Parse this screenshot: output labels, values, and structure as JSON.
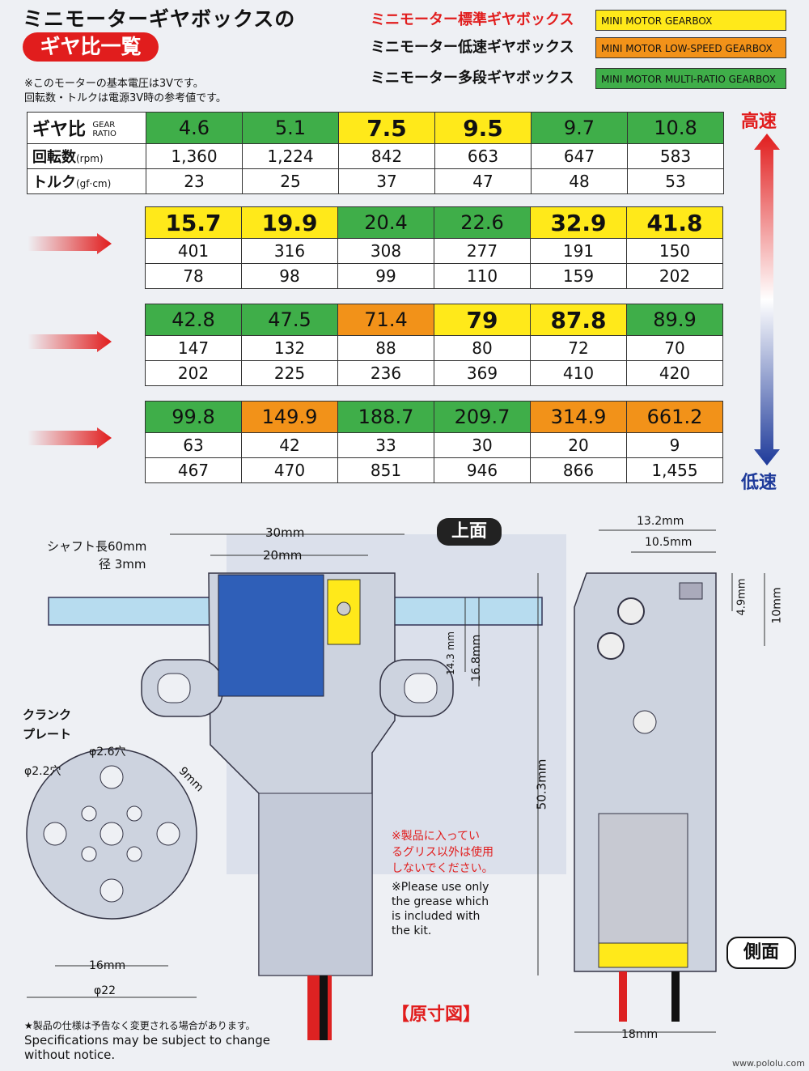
{
  "header": {
    "title_line1": "ミニモーターギヤボックスの",
    "title_line2": "ギヤ比一覧",
    "note1": "※このモーターの基本電圧は3Vです。",
    "note2": "回転数・トルクは電源3V時の参考値です。"
  },
  "legend": [
    {
      "jp": "ミニモーター標準ギヤボックス",
      "en": "MINI MOTOR GEARBOX",
      "color": "#ffe91a",
      "jp_color": "#e11d1d"
    },
    {
      "jp": "ミニモーター低速ギヤボックス",
      "en": "MINI MOTOR LOW-SPEED GEARBOX",
      "color": "#f29219",
      "jp_color": "#111111"
    },
    {
      "jp": "ミニモーター多段ギヤボックス",
      "en": "MINI MOTOR MULTI-RATIO GEARBOX",
      "color": "#3fae49",
      "jp_color": "#111111"
    }
  ],
  "table_labels": {
    "gear_ratio": "ギヤ比",
    "gear_ratio_en1": "GEAR",
    "gear_ratio_en2": "RATIO",
    "rpm": "回転数",
    "rpm_unit": "(rpm)",
    "torque": "トルク",
    "torque_unit": "(gf·cm)"
  },
  "tables": [
    {
      "ratios": [
        "4.6",
        "5.1",
        "7.5",
        "9.5",
        "9.7",
        "10.8"
      ],
      "colors": [
        "green",
        "green",
        "yellow",
        "yellow",
        "green",
        "green"
      ],
      "rpm": [
        "1,360",
        "1,224",
        "842",
        "663",
        "647",
        "583"
      ],
      "torque": [
        "23",
        "25",
        "37",
        "47",
        "48",
        "53"
      ]
    },
    {
      "ratios": [
        "15.7",
        "19.9",
        "20.4",
        "22.6",
        "32.9",
        "41.8"
      ],
      "colors": [
        "yellow",
        "yellow",
        "green",
        "green",
        "yellow",
        "yellow"
      ],
      "rpm": [
        "401",
        "316",
        "308",
        "277",
        "191",
        "150"
      ],
      "torque": [
        "78",
        "98",
        "99",
        "110",
        "159",
        "202"
      ]
    },
    {
      "ratios": [
        "42.8",
        "47.5",
        "71.4",
        "79",
        "87.8",
        "89.9"
      ],
      "colors": [
        "green",
        "green",
        "orange",
        "yellow",
        "yellow",
        "green"
      ],
      "rpm": [
        "147",
        "132",
        "88",
        "80",
        "72",
        "70"
      ],
      "torque": [
        "202",
        "225",
        "236",
        "369",
        "410",
        "420"
      ]
    },
    {
      "ratios": [
        "99.8",
        "149.9",
        "188.7",
        "209.7",
        "314.9",
        "661.2"
      ],
      "colors": [
        "green",
        "orange",
        "green",
        "green",
        "orange",
        "orange"
      ],
      "rpm": [
        "63",
        "42",
        "33",
        "30",
        "20",
        "9"
      ],
      "torque": [
        "467",
        "470",
        "851",
        "946",
        "866",
        "1,455"
      ]
    }
  ],
  "speed": {
    "high": "高速",
    "low": "低速"
  },
  "diagram": {
    "top_view": "上面",
    "side_view": "側面",
    "actual_size": "【原寸図】",
    "shaft_len": "シャフト長60mm",
    "shaft_dia": "径 3mm",
    "d30": "30mm",
    "d20": "20mm",
    "d14": "14.3 mm",
    "d16_8": "16.8mm",
    "d50": "50.3mm",
    "d13": "13.2mm",
    "d10_5": "10.5mm",
    "d4_9": "4.9mm",
    "d10": "10mm",
    "d18": "18mm",
    "crank1": "クランク",
    "crank2": "プレート",
    "hole26": "φ2.6穴",
    "hole22": "φ2.2穴",
    "d9": "9mm",
    "d16": "16mm",
    "d22": "φ22",
    "grease_jp1": "※製品に入ってい",
    "grease_jp2": "るグリス以外は使用",
    "grease_jp3": "しないでください。",
    "grease_en1": "※Please use only",
    "grease_en2": "the grease which",
    "grease_en3": "is included with",
    "grease_en4": "the kit."
  },
  "footer": {
    "jp": "★製品の仕様は予告なく変更される場合があります。",
    "en1": "Specifications may be subject to change",
    "en2": "without notice.",
    "url": "www.pololu.com"
  }
}
